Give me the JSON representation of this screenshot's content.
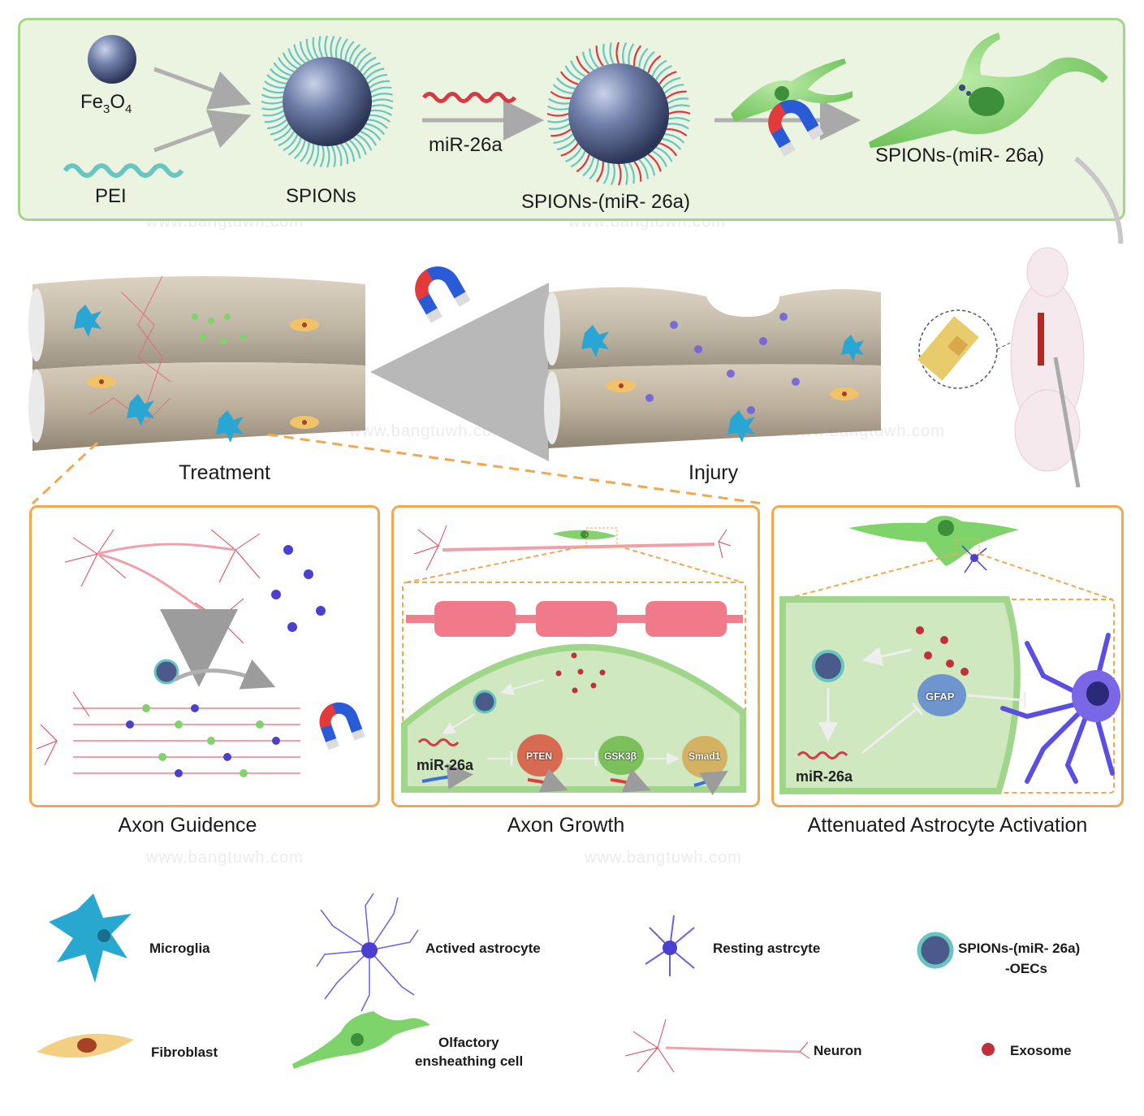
{
  "top_process": {
    "fe3o4_label": "Fe3O4",
    "pei_label": "PEI",
    "spions_label": "SPIONs",
    "mir_label": "miR-26a",
    "spions_mir_label": "SPIONs-(miR- 26a)",
    "oec_label": "SPIONs-(miR- 26a)"
  },
  "middle": {
    "treatment_label": "Treatment",
    "injury_label": "Injury"
  },
  "panels": {
    "axon_guidence": {
      "caption": "Axon Guidence"
    },
    "axon_growth": {
      "caption": "Axon Growth",
      "mir_label": "miR-26a",
      "pten": "PTEN",
      "gsk3b": "GSK3β",
      "smad1": "Smad1"
    },
    "astrocyte": {
      "caption": "Attenuated Astrocyte Activation",
      "mir_label": "miR-26a",
      "gfap": "GFAP"
    }
  },
  "legend": {
    "microglia": "Microglia",
    "actived_astrocyte": "Actived astrocyte",
    "resting_astrocyte": "Resting astrcyte",
    "spions_oecs_1": "SPIONs-(miR- 26a)",
    "spions_oecs_2": "-OECs",
    "fibroblast": "Fibroblast",
    "oec_1": "Olfactory",
    "oec_2": "ensheathing cell",
    "neuron": "Neuron",
    "exosome": "Exosome"
  },
  "watermark": "www.bangtuwh.com",
  "colors": {
    "top_band_fill": "#eaf4e0",
    "top_band_border": "#a7d48a",
    "panel_border": "#f0a851",
    "neuron_red": "#d9485a",
    "astrocyte_blue": "#4a3fcf",
    "microglia_cyan": "#29a8cf",
    "oec_green": "#7fcf6a",
    "exosome_red": "#c0303a"
  }
}
